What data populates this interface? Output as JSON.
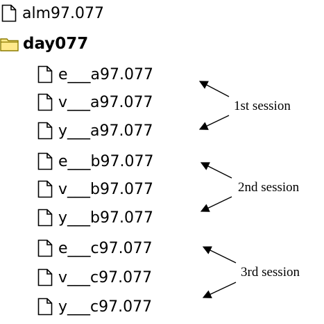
{
  "top_file": {
    "name": "alm97.077",
    "icon": "file-icon"
  },
  "folder": {
    "name": "day077",
    "icon": "folder-icon"
  },
  "children": [
    {
      "name": "e___a97.077",
      "icon": "file-icon"
    },
    {
      "name": "v___a97.077",
      "icon": "file-icon"
    },
    {
      "name": "y___a97.077",
      "icon": "file-icon"
    },
    {
      "name": "e___b97.077",
      "icon": "file-icon"
    },
    {
      "name": "v___b97.077",
      "icon": "file-icon"
    },
    {
      "name": "y___b97.077",
      "icon": "file-icon"
    },
    {
      "name": "e___c97.077",
      "icon": "file-icon"
    },
    {
      "name": "v___c97.077",
      "icon": "file-icon"
    },
    {
      "name": "y___c97.077",
      "icon": "file-icon"
    }
  ],
  "sessions": [
    {
      "label": "1st session"
    },
    {
      "label": "2nd session"
    },
    {
      "label": "3rd session"
    }
  ],
  "colors": {
    "folder_fill": "#FFE98A",
    "folder_outline": "#8A7A00",
    "file_fill": "#FFFFFF",
    "outline": "#000000"
  }
}
